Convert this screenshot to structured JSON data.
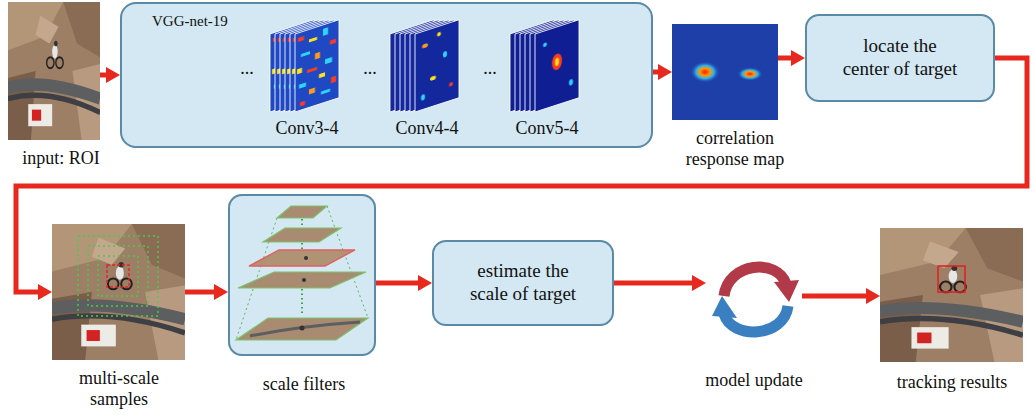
{
  "diagram": {
    "nodes": [
      {
        "text": [
          "input: ROI"
        ]
      },
      {
        "text": [
          "VGG-net-19",
          "...",
          "Conv3-4",
          "...",
          "Conv4-4",
          "...",
          "Conv5-4"
        ]
      },
      {
        "text": [
          "correlation response map"
        ]
      },
      {
        "text": [
          "locate the center of target"
        ]
      },
      {
        "text": [
          "multi-scale samples"
        ]
      },
      {
        "text": [
          "scale filters"
        ]
      },
      {
        "text": [
          "estimate the scale of target"
        ]
      },
      {
        "text": [
          "model update"
        ]
      },
      {
        "text": [
          "tracking results"
        ]
      }
    ],
    "edges": [
      {
        "from": 0,
        "to": 1,
        "arrow": "to"
      },
      {
        "from": 1,
        "to": 2,
        "arrow": "to"
      },
      {
        "from": 2,
        "to": 3,
        "arrow": "to"
      },
      {
        "from": 3,
        "to": 4,
        "arrow": "to"
      },
      {
        "from": 4,
        "to": 5,
        "arrow": "to"
      },
      {
        "from": 5,
        "to": 6,
        "arrow": "to"
      },
      {
        "from": 6,
        "to": 7,
        "arrow": "to"
      },
      {
        "from": 7,
        "to": 8,
        "arrow": "to"
      }
    ]
  }
}
